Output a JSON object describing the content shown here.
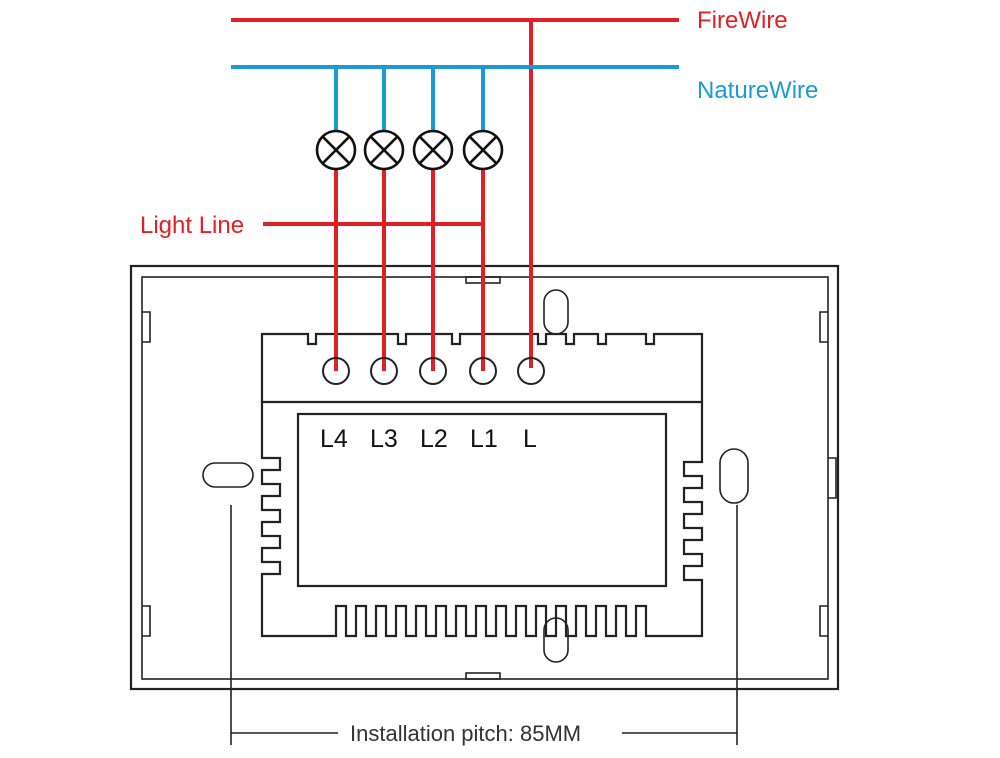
{
  "wires": {
    "fire_label": "FireWire",
    "nature_label": "NatureWire",
    "light_line_label": "Light Line",
    "fire_color": "#e31e24",
    "nature_color": "#1a9bd7"
  },
  "terminals": [
    "L4",
    "L3",
    "L2",
    "L1",
    "L"
  ],
  "lamps": [
    "lamp-4",
    "lamp-3",
    "lamp-2",
    "lamp-1"
  ],
  "dimension": {
    "label": "Installation pitch: 85MM"
  }
}
